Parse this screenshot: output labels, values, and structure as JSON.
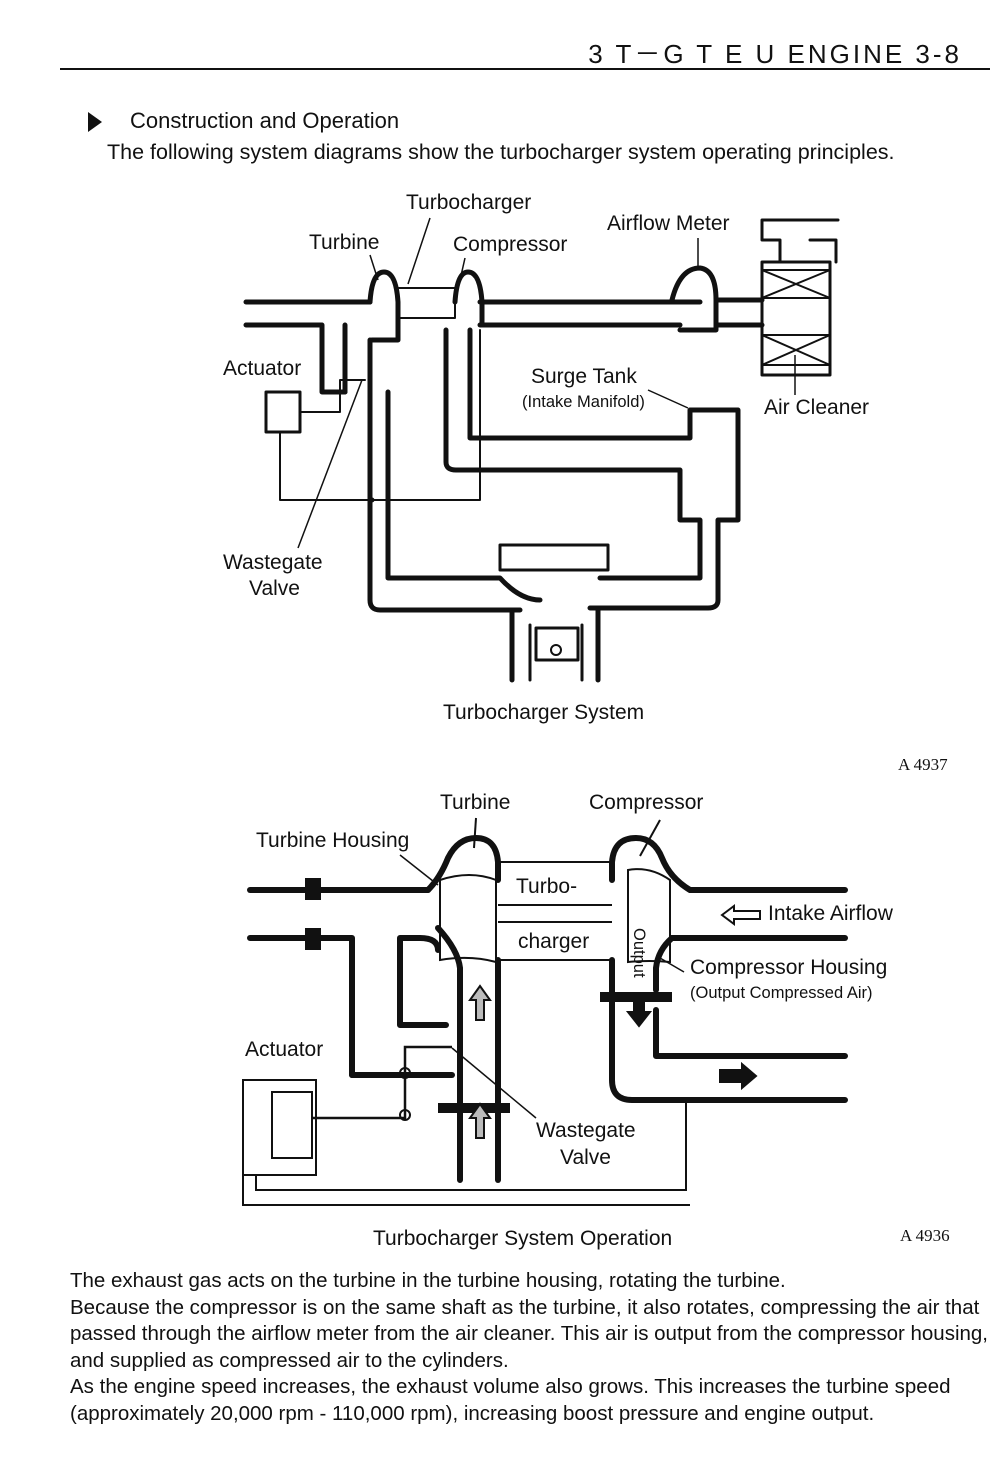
{
  "header": {
    "title": "3 T－G T E U ENGINE 3-8"
  },
  "section": {
    "title": "Construction and Operation"
  },
  "intro": "The following system diagrams show the turbocharger system operating principles.",
  "diagram1": {
    "labels": {
      "turbocharger": "Turbocharger",
      "turbine": "Turbine",
      "compressor": "Compressor",
      "airflow_meter": "Airflow Meter",
      "actuator": "Actuator",
      "surge_tank": "Surge Tank",
      "intake_manifold": "(Intake Manifold)",
      "air_cleaner": "Air Cleaner",
      "wastegate_1": "Wastegate",
      "wastegate_2": "Valve"
    },
    "caption": "Turbocharger System",
    "code": "A 4937"
  },
  "diagram2": {
    "labels": {
      "turbine": "Turbine",
      "compressor": "Compressor",
      "turbine_housing": "Turbine Housing",
      "turbo_1": "Turbo-",
      "turbo_2": "charger",
      "output": "Output",
      "intake_airflow": "Intake Airflow",
      "compressor_housing": "Compressor Housing",
      "output_compressed": "(Output Compressed Air)",
      "actuator": "Actuator",
      "wastegate_1": "Wastegate",
      "wastegate_2": "Valve"
    },
    "caption": "Turbocharger System Operation",
    "code": "A 4936"
  },
  "body": [
    "The exhaust gas acts on the turbine in the turbine housing, rotating the turbine.",
    "Because the compressor is on the same shaft as the turbine, it also rotates, compressing the air that passed through the airflow meter from the air cleaner. This air is output from the compressor housing, and supplied as compressed air to the cylinders.",
    "As the engine speed increases, the exhaust volume also grows. This increases the turbine speed (approximately 20,000 rpm - 110,000 rpm), increasing boost pressure and engine output."
  ]
}
